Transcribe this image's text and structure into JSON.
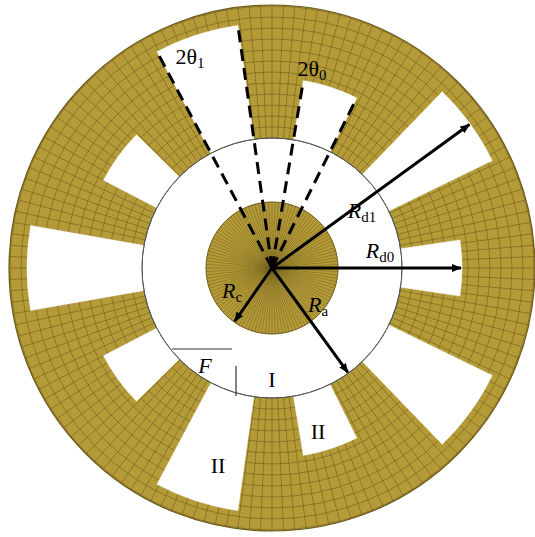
{
  "diagram": {
    "labels": [
      "2θ1",
      "2θ0",
      "Rd1",
      "Rd0",
      "Rc",
      "Ra",
      "F",
      "I",
      "II",
      "II"
    ]
  }
}
